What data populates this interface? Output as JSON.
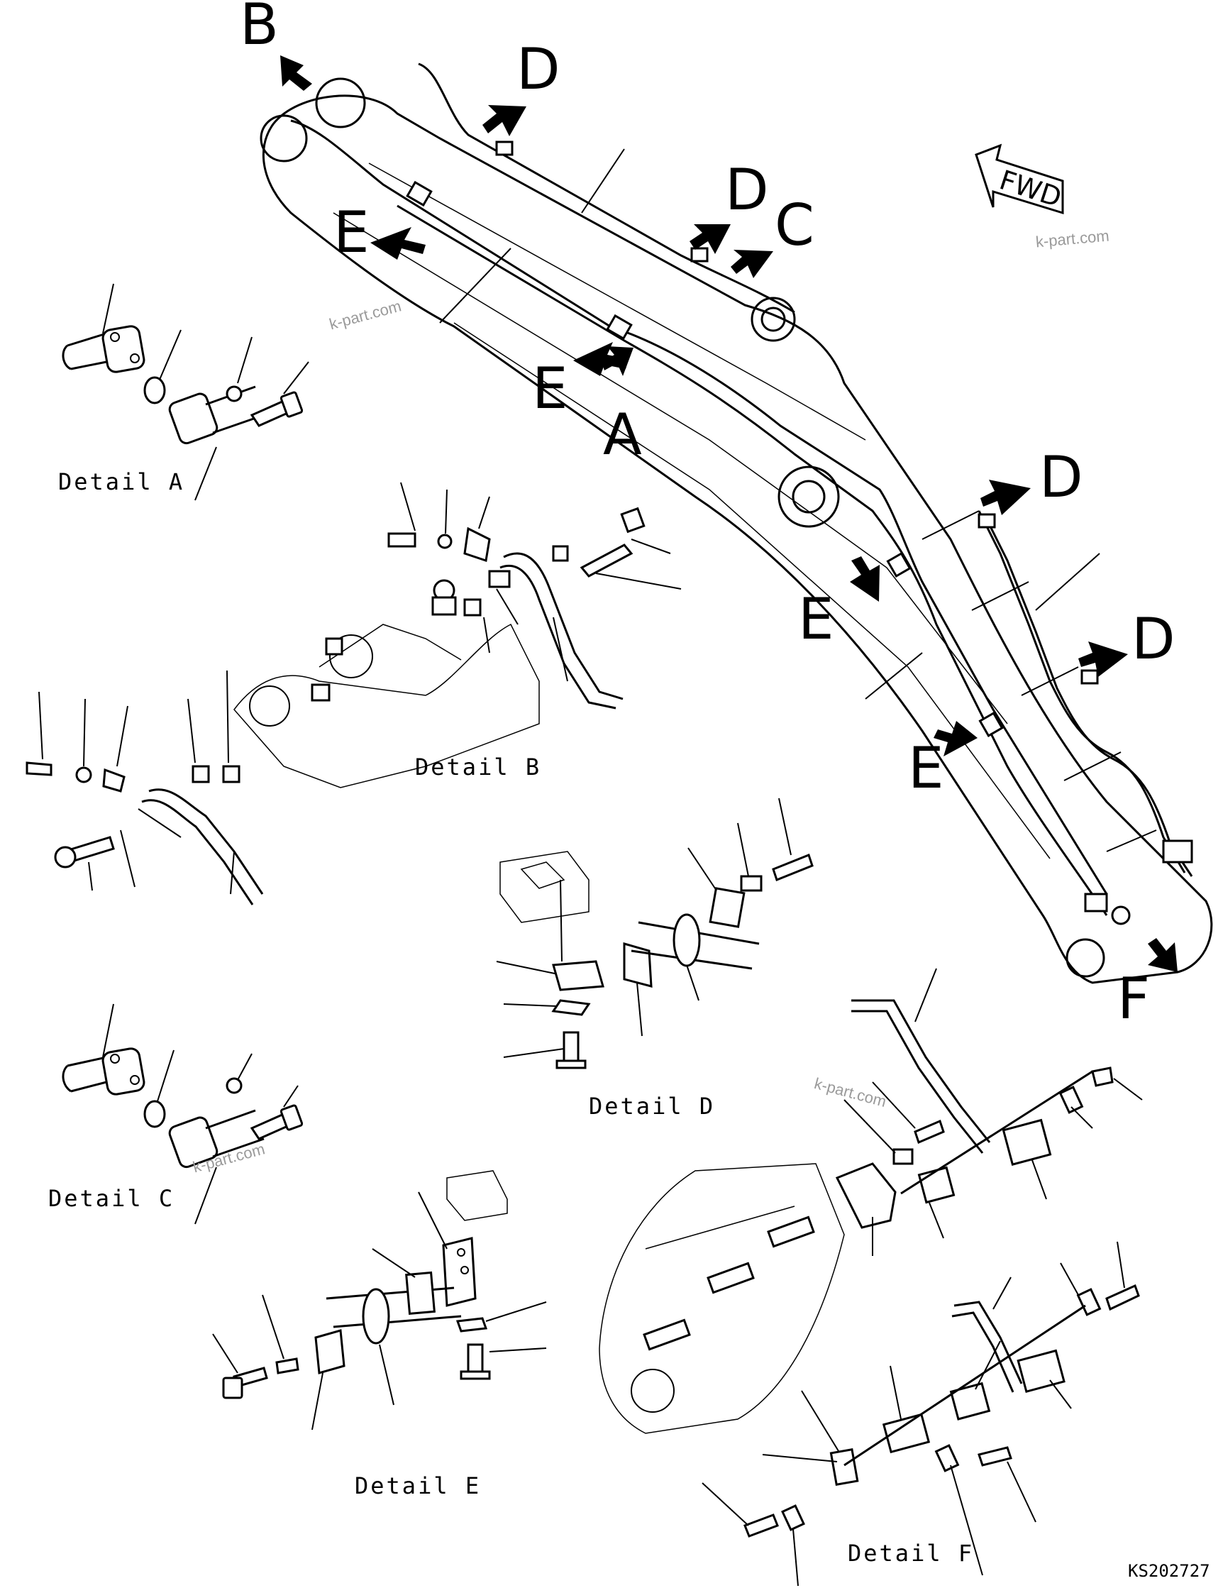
{
  "callouts": {
    "a_main": "A",
    "b_main": "B",
    "c_main": "C",
    "d_top1": "D",
    "d_top2": "D",
    "d_right1": "D",
    "d_right2": "D",
    "e_top": "E",
    "e_mid": "E",
    "e_right1": "E",
    "e_right2": "E",
    "f_main": "F"
  },
  "details": {
    "a": "Detail A",
    "b": "Detail B",
    "c": "Detail C",
    "d": "Detail D",
    "e": "Detail E",
    "f": "Detail F"
  },
  "fwd_label": "FWD",
  "watermark": "k-part.com",
  "drawing_code": "KS202727",
  "icons": [
    "direction-arrow-icon",
    "leader-arrow-icon"
  ]
}
